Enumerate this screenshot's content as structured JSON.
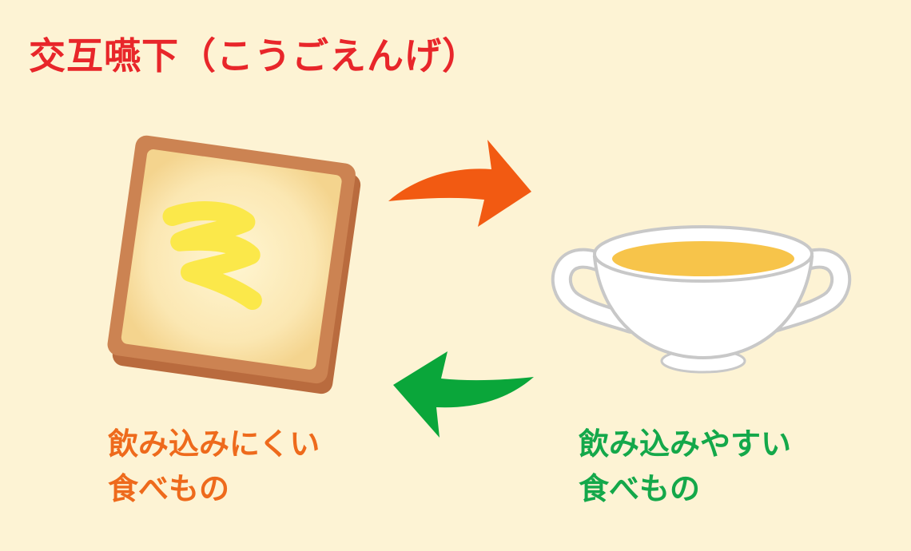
{
  "title": "交互嚥下（こうごえんげ）",
  "items": {
    "hard": {
      "line1": "飲み込みにくい",
      "line2": "食べもの",
      "icon": "buttered-toast"
    },
    "easy": {
      "line1": "飲み込みやすい",
      "line2": "食べもの",
      "icon": "soup-cup"
    }
  },
  "arrows": {
    "forward": "curved-arrow-right",
    "back": "curved-arrow-left"
  },
  "colors": {
    "background": "#fdf3d4",
    "title": "#e8262a",
    "hard_label": "#ee6a1c",
    "easy_label": "#14a84a",
    "arrow_forward": "#f25a12",
    "arrow_back": "#0aa63a",
    "toast_crust": "#c67a4a",
    "butter": "#fbe84a",
    "soup": "#f7c44a"
  }
}
